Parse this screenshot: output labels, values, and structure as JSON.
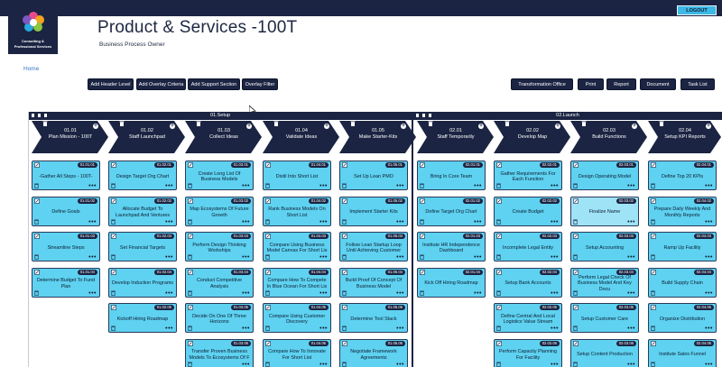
{
  "app": {
    "title": "Product & Services -100T",
    "subtitle": "Business Process Owner",
    "home": "Home",
    "logout": "LOGOUT",
    "logo_line1": "Consulting &",
    "logo_line2": "Professional Services"
  },
  "toolbar_left": [
    "Add Header Level",
    "Add Overlay Criteria",
    "Add Support Section",
    "Overlay Filter"
  ],
  "toolbar_right": [
    "Transformation Office",
    "Print",
    "Report",
    "Document",
    "Task List"
  ],
  "sections": [
    {
      "title": "01.Setup"
    },
    {
      "title": "02.Launch"
    }
  ],
  "colors": {
    "navy": "#1b2442",
    "card_cyan": "#5ed2f0",
    "card_cyan_light": "#9fe3f6",
    "accent": "#3db8e6"
  },
  "columns": [
    {
      "code": "01.01",
      "name": "Plan Mission - 100T",
      "cards": [
        {
          "code": "01.01.01",
          "text": "-Gather All Steps - 100T-",
          "light": false
        },
        {
          "code": "01.01.02",
          "text": "Define Goals",
          "light": false
        },
        {
          "code": "01.01.03",
          "text": "Streamline Steps",
          "light": false
        },
        {
          "code": "01.01.04",
          "text": "Determine Budget To Fund Plan",
          "light": false
        }
      ]
    },
    {
      "code": "01.02",
      "name": "Staff Launchpad",
      "cards": [
        {
          "code": "01.02.01",
          "text": "Design Target Org Chart",
          "light": false
        },
        {
          "code": "01.02.02",
          "text": "Allocate Budget To Launchpad And Ventures",
          "light": false
        },
        {
          "code": "01.02.03",
          "text": "Set Financial Targets",
          "light": false
        },
        {
          "code": "01.02.04",
          "text": "Develop Induction Programs",
          "light": false
        },
        {
          "code": "01.02.05",
          "text": "Kickoff Hiring Roadmap",
          "light": false
        }
      ]
    },
    {
      "code": "01.03",
      "name": "Collect Ideas",
      "cards": [
        {
          "code": "01.03.01",
          "text": "Create Long List Of Business Models",
          "light": false
        },
        {
          "code": "01.03.02",
          "text": "Map Ecosystems Of Future Growth",
          "light": false
        },
        {
          "code": "01.03.03",
          "text": "Perform Design Thinking Workships",
          "light": false
        },
        {
          "code": "01.03.04",
          "text": "Conduct Competitive Analysis",
          "light": false
        },
        {
          "code": "01.03.05",
          "text": "Decide On One Of Three Horizons",
          "light": false
        },
        {
          "code": "01.03.06",
          "text": "Transfer Proven Business Models To Ecosystems Of F",
          "light": false
        }
      ]
    },
    {
      "code": "01.04",
      "name": "Validate Ideas",
      "cards": [
        {
          "code": "01.04.01",
          "text": "Distil Into Short List",
          "light": false
        },
        {
          "code": "01.04.02",
          "text": "Rank Business Models On Short List",
          "light": false
        },
        {
          "code": "01.04.03",
          "text": "Compare Using Business Model Canvas For Short Lis",
          "light": false
        },
        {
          "code": "01.04.04",
          "text": "Compare How To Compete In Blue Ocean For Short Lis",
          "light": false
        },
        {
          "code": "01.04.05",
          "text": "Compare Using Customer Discovery",
          "light": false
        },
        {
          "code": "01.04.06",
          "text": "Compare How To Innovate For Short List",
          "light": false
        }
      ]
    },
    {
      "code": "01.05",
      "name": "Make Starter-Kits",
      "cards": [
        {
          "code": "01.05.01",
          "text": "Set Up Lean PMO",
          "light": false
        },
        {
          "code": "01.05.02",
          "text": "Implement Starter Kits",
          "light": false
        },
        {
          "code": "01.05.03",
          "text": "Follow Lean Startup Loop Until Achieving Customer",
          "light": false
        },
        {
          "code": "01.05.04",
          "text": "Build Proof Of Concept Of Business Model",
          "light": false
        },
        {
          "code": "01.05.05",
          "text": "Determine Tool Stack",
          "light": false
        },
        {
          "code": "01.05.06",
          "text": "Negotiate Framework Agreements",
          "light": false
        }
      ]
    },
    {
      "code": "02.01",
      "name": "Staff Temporarily",
      "cards": [
        {
          "code": "02.01.01",
          "text": "Bring In Core Team",
          "light": false
        },
        {
          "code": "02.01.02",
          "text": "Define Target Org Chart",
          "light": false
        },
        {
          "code": "02.01.03",
          "text": "Institute HR Independence Dashboard",
          "light": false
        },
        {
          "code": "02.01.04",
          "text": "Kick Off Hiring Roadmap",
          "light": false
        }
      ]
    },
    {
      "code": "02.02",
      "name": "Develop Map",
      "cards": [
        {
          "code": "02.02.01",
          "text": "Gather Requirements For Each Function",
          "light": false
        },
        {
          "code": "02.02.02",
          "text": "Create Budget",
          "light": false
        },
        {
          "code": "02.02.03",
          "text": "Incomplete Legal Entity",
          "light": false
        },
        {
          "code": "02.02.04",
          "text": "Setup Bank Accounts",
          "light": false
        },
        {
          "code": "02.02.05",
          "text": "Define Central And Local Logistics Value Stream",
          "light": false
        },
        {
          "code": "02.02.06",
          "text": "Perform Capacity Planning For Facility",
          "light": false
        }
      ]
    },
    {
      "code": "02.03",
      "name": "Build Functions",
      "cards": [
        {
          "code": "02.03.01",
          "text": "Design Operating Model",
          "light": false
        },
        {
          "code": "02.03.02",
          "text": "Finalize Name",
          "light": true
        },
        {
          "code": "02.03.03",
          "text": "Setup Accounting",
          "light": false
        },
        {
          "code": "02.03.04",
          "text": "Perform Legal Check Of Business Model And Key Docu",
          "light": false
        },
        {
          "code": "02.03.05",
          "text": "Setup Customer Care",
          "light": false
        },
        {
          "code": "02.03.06",
          "text": "Setup Content Production",
          "light": false
        }
      ]
    },
    {
      "code": "02.04",
      "name": "Setup KPI Reports",
      "cards": [
        {
          "code": "02.04.01",
          "text": "Define Top 20 KPIs",
          "light": false
        },
        {
          "code": "02.04.02",
          "text": "Prepare Daily Weekly And Monthly Reports",
          "light": false
        },
        {
          "code": "02.04.03",
          "text": "Ramp Up Facility",
          "light": false
        },
        {
          "code": "02.04.04",
          "text": "Build Supply Chain",
          "light": false
        },
        {
          "code": "02.04.05",
          "text": "Organize Distribution",
          "light": false
        },
        {
          "code": "02.04.06",
          "text": "Institute Sales Funnel",
          "light": false
        }
      ]
    }
  ]
}
